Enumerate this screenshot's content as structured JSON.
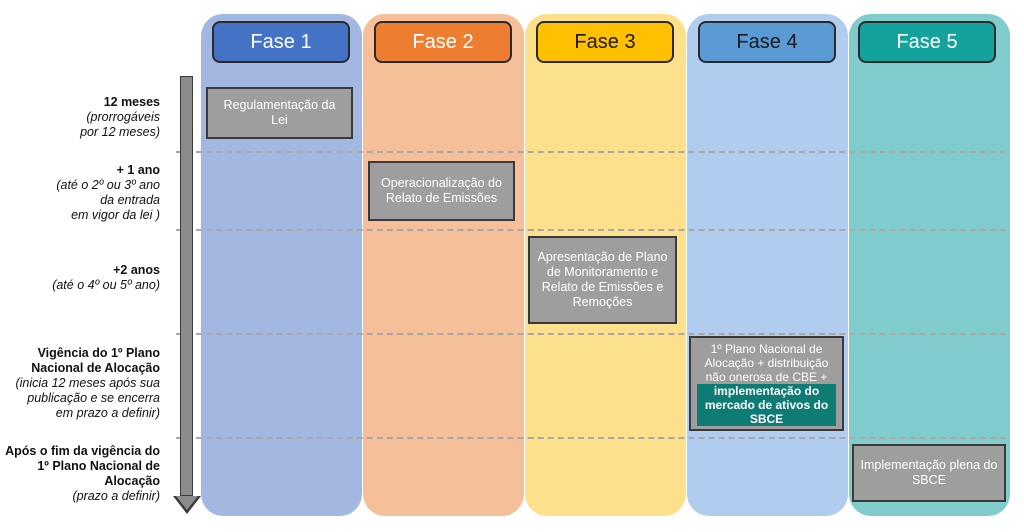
{
  "phases": [
    {
      "label": "Fase 1",
      "col_color": "#a3b8e0",
      "hdr_color": "#4472c4"
    },
    {
      "label": "Fase 2",
      "col_color": "#f5bf9a",
      "hdr_color": "#ed7d31"
    },
    {
      "label": "Fase 3",
      "col_color": "#fde08c",
      "hdr_color": "#ffc000"
    },
    {
      "label": "Fase 4",
      "col_color": "#b0ccee",
      "hdr_color": "#5b9bd5"
    },
    {
      "label": "Fase 5",
      "col_color": "#80cccc",
      "hdr_color": "#14a39c"
    }
  ],
  "timeline": [
    {
      "title": "12 meses",
      "sub": [
        "(prorrogáveis",
        "por 12 meses)"
      ]
    },
    {
      "title": "+ 1 ano",
      "sub": [
        "(até o 2º ou 3º ano",
        "da entrada",
        "em vigor da lei )"
      ]
    },
    {
      "title": "+2 anos",
      "sub": [
        "(até o 4º ou 5º ano)"
      ]
    },
    {
      "title": "Vigência do 1º Plano Nacional de Alocação",
      "sub": [
        "(inicia 12 meses após sua",
        "publicação e se encerra",
        "em prazo a definir)"
      ]
    },
    {
      "title": "Após o fim da vigência do 1º Plano Nacional de Alocação",
      "sub": [
        "(prazo a definir)"
      ]
    }
  ],
  "boxes": {
    "b1": "Regulamentação da Lei",
    "b2": "Operacionalização do Relato de Emissões",
    "b3": "Apresentação de Plano de Monitoramento e Relato de Emissões e Remoções",
    "b4_plain": "1º Plano Nacional de Alocação + distribuição não onerosa de CBE +",
    "b4_highlight": "implementação do mercado de ativos do SBCE",
    "b5": "Implementação plena do SBCE"
  },
  "timeline_arrow": "down-arrow"
}
